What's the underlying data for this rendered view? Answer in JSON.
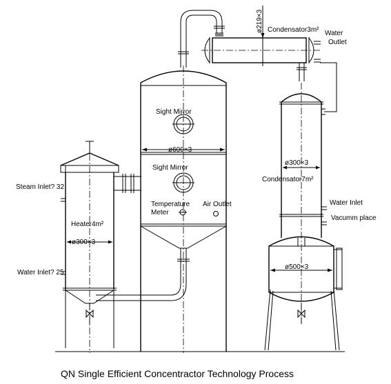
{
  "labels": {
    "pipe_dia": "ø219×3",
    "condensator3": "Condensator3m²",
    "water_outlet": "Water\nOutlet",
    "sight_mirror_1": "Sight Mirror",
    "evaporator_dia": "ø600×3",
    "sight_mirror_2": "Sight Mirror",
    "separator_dia": "ø300×3",
    "condensator7": "Condensator7m²",
    "steam_inlet": "Steam Inlet? 32",
    "heater": "Heater4m²",
    "temperature_meter": "Temperature\nMeter",
    "air_outlet": "Air Outlet",
    "water_inlet_right": "Water Inlet",
    "vacuum_place": "Vacumm place",
    "heater_dia": "ø300×3",
    "water_inlet_left": "Water Inlet? 25",
    "receiver_dia": "ø500×3"
  },
  "caption": "QN Single Efficient Concentractor Technology Process"
}
